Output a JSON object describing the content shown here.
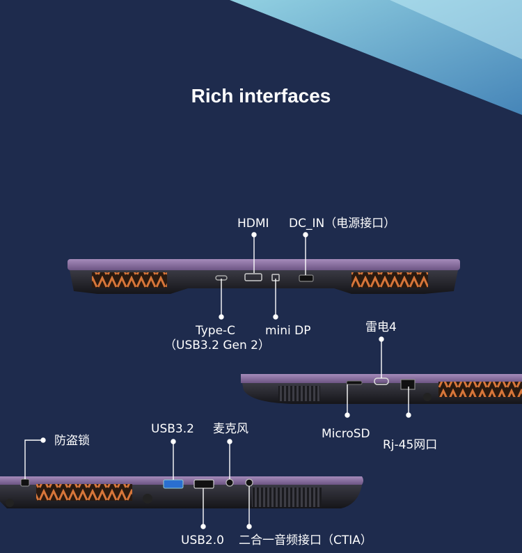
{
  "title": "Rich interfaces",
  "rear": {
    "hdmi": "HDMI",
    "dc_in": "DC_IN（电源接口）",
    "type_c": "Type-C",
    "type_c_note": "（USB3.2 Gen 2）",
    "mini_dp": "mini DP"
  },
  "right_side": {
    "thunderbolt": "雷电4",
    "microsd": "MicroSD",
    "rj45": "Rj-45网口"
  },
  "left_side": {
    "lock": "防盗锁",
    "usb32": "USB3.2",
    "mic": "麦克风",
    "usb20": "USB2.0",
    "combo_audio": "二合一音频接口（CTIA）"
  },
  "colors": {
    "background": "#1e2b4d",
    "accent_light": "#7fd0e6",
    "chassis": "#8a6d9e",
    "vent": "#c4642b"
  }
}
